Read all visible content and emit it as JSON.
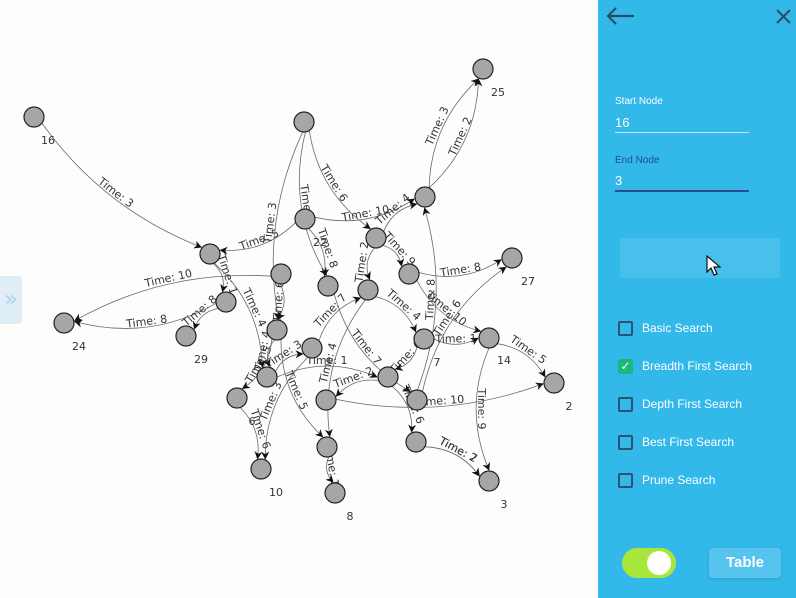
{
  "panel": {
    "start_node_label": "Start Node",
    "start_node_value": "16",
    "end_node_label": "End Node",
    "end_node_value": "3",
    "search_button_label": "",
    "options": [
      {
        "label": "Basic Search",
        "checked": false
      },
      {
        "label": "Breadth First Search",
        "checked": true
      },
      {
        "label": "Depth First Search",
        "checked": false
      },
      {
        "label": "Best First Search",
        "checked": false
      },
      {
        "label": "Prune Search",
        "checked": false
      }
    ],
    "toggle_on": true,
    "table_button_label": "Table",
    "accent_color": "#33b8ea",
    "toggle_color": "#a8e63a",
    "check_color": "#1bb87a"
  },
  "icons": {
    "back": "arrow-left-icon",
    "close": "close-icon",
    "expand": "chevron-right-icon",
    "cursor": "mouse-pointer-icon"
  },
  "graph": {
    "nodes": [
      {
        "id": "16",
        "label": "16"
      },
      {
        "id": "25",
        "label": "25"
      },
      {
        "id": "24",
        "label": "24"
      },
      {
        "id": "29",
        "label": "29"
      },
      {
        "id": "27",
        "label": "27"
      },
      {
        "id": "2",
        "label": "2"
      },
      {
        "id": "10",
        "label": "10"
      },
      {
        "id": "8",
        "label": "8"
      },
      {
        "id": "3",
        "label": "3"
      },
      {
        "id": "22",
        "label": "22"
      },
      {
        "id": "7",
        "label": "7"
      },
      {
        "id": "14",
        "label": "14"
      },
      {
        "id": "6",
        "label": "6"
      },
      {
        "id": "n_a",
        "label": ""
      },
      {
        "id": "n_b",
        "label": ""
      },
      {
        "id": "n_c",
        "label": ""
      },
      {
        "id": "n_d",
        "label": ""
      },
      {
        "id": "n_e",
        "label": ""
      },
      {
        "id": "n_f",
        "label": ""
      },
      {
        "id": "n_g",
        "label": ""
      },
      {
        "id": "n_h",
        "label": ""
      },
      {
        "id": "n_i",
        "label": ""
      },
      {
        "id": "n_j",
        "label": ""
      },
      {
        "id": "n_k",
        "label": ""
      },
      {
        "id": "n_l",
        "label": ""
      },
      {
        "id": "n_m",
        "label": ""
      },
      {
        "id": "n_n",
        "label": ""
      },
      {
        "id": "n_o",
        "label": ""
      },
      {
        "id": "n_p",
        "label": ""
      },
      {
        "id": "n_q",
        "label": ""
      }
    ],
    "edges": [
      {
        "from": "16",
        "to": "n_a",
        "label": "Time: 3"
      },
      {
        "from": "n_i",
        "to": "25",
        "label": "Time: 3"
      },
      {
        "from": "n_i",
        "to": "25",
        "label": "Time: 2"
      },
      {
        "from": "n_c",
        "to": "24",
        "label": "Time: 8"
      },
      {
        "from": "n_d",
        "to": "24",
        "label": "Time: 10"
      },
      {
        "from": "n_o",
        "to": "27",
        "label": "Time: 6"
      },
      {
        "from": "n_n",
        "to": "27",
        "label": "Time: 8"
      },
      {
        "from": "14",
        "to": "2",
        "label": "Time: 5"
      },
      {
        "from": "n_q",
        "to": "2",
        "label": "Time: 10"
      },
      {
        "from": "n_p",
        "to": "3",
        "label": "Time: 2"
      },
      {
        "from": "14",
        "to": "3",
        "label": "Time: 9"
      },
      {
        "from": "n_p",
        "to": "3",
        "label": "Time: 7"
      },
      {
        "from": "n_l",
        "to": "8",
        "label": "Time: 10"
      },
      {
        "from": "6",
        "to": "10",
        "label": "Time: 6"
      },
      {
        "from": "n_k",
        "to": "10",
        "label": "Time: 3"
      },
      {
        "from": "22",
        "to": "n_h",
        "label": "Time: 8"
      },
      {
        "from": "n_b",
        "to": "n_h",
        "label": "Time: 1"
      },
      {
        "from": "22",
        "to": "n_a",
        "label": "Time: 5"
      },
      {
        "from": "22",
        "to": "n_i",
        "label": "Time: 10"
      },
      {
        "from": "n_e",
        "to": "n_i",
        "label": "Time: 4"
      },
      {
        "from": "n_o",
        "to": "n_i",
        "label": "Time: 8"
      },
      {
        "from": "n_a",
        "to": "n_c",
        "label": "Time: 1"
      },
      {
        "from": "n_c",
        "to": "29",
        "label": "Time: 8"
      },
      {
        "from": "n_f",
        "to": "6",
        "label": "Time: 5"
      },
      {
        "from": "7",
        "to": "14",
        "label": "Time: 1"
      },
      {
        "from": "n_g",
        "to": "n_k",
        "label": "Time: 3"
      },
      {
        "from": "n_j",
        "to": "n_l",
        "label": "Time: 4"
      },
      {
        "from": "n_m",
        "to": "n_p",
        "label": "Time: 6"
      },
      {
        "from": "n_b",
        "to": "n_e",
        "label": "Time: 6"
      },
      {
        "from": "n_d",
        "to": "n_f",
        "label": "Time: 6"
      },
      {
        "from": "n_f",
        "to": "n_g",
        "label": "Time: 4"
      },
      {
        "from": "n_g",
        "to": "n_m",
        "label": "Time: 1"
      },
      {
        "from": "n_e",
        "to": "n_j",
        "label": "Time: 2"
      },
      {
        "from": "n_j",
        "to": "7",
        "label": "Time: 4"
      },
      {
        "from": "n_h",
        "to": "n_o",
        "label": "Time: 7"
      },
      {
        "from": "n_a",
        "to": "n_g",
        "label": "Time: 4"
      },
      {
        "from": "n_f",
        "to": "n_l",
        "label": "Time: 5"
      },
      {
        "from": "n_k",
        "to": "n_j",
        "label": "Time: 7"
      },
      {
        "from": "n_b",
        "to": "n_f",
        "label": "Time: 3"
      },
      {
        "from": "n_e",
        "to": "n_n",
        "label": "Time: 9"
      },
      {
        "from": "n_m",
        "to": "n_q",
        "label": "Time: 2"
      },
      {
        "from": "7",
        "to": "n_m",
        "label": "Time: 6"
      },
      {
        "from": "n_n",
        "to": "14",
        "label": "Time: 10"
      }
    ]
  }
}
